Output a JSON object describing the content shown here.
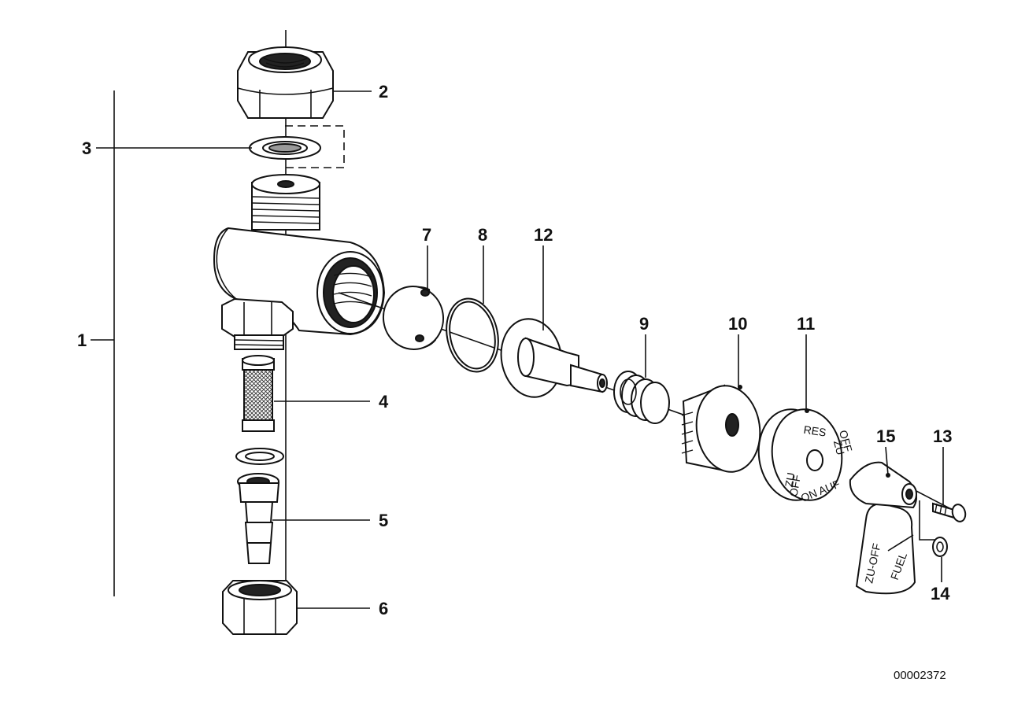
{
  "diagram": {
    "part_labels": {
      "p1": "1",
      "p2": "2",
      "p3": "3",
      "p4": "4",
      "p5": "5",
      "p6": "6",
      "p7": "7",
      "p8": "8",
      "p9": "9",
      "p10": "10",
      "p11": "11",
      "p12": "12",
      "p13": "13",
      "p14": "14",
      "p15": "15"
    },
    "dial_text": {
      "res": "RES",
      "zu_left": "ZU",
      "off_left": "OFF",
      "zu_right": "ZU",
      "off_right": "OFF",
      "on_auf": "ON AUF"
    },
    "lever_text": {
      "zu_off": "ZU-OFF",
      "fuel": "FUEL"
    },
    "reference_number": "00002372"
  }
}
